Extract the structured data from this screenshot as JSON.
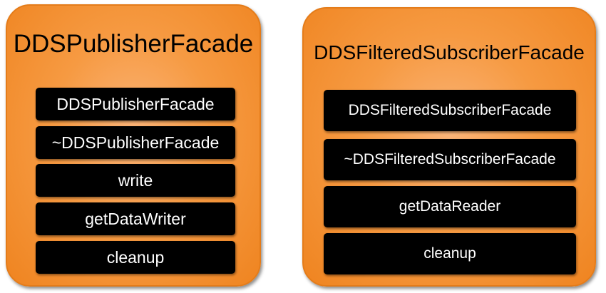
{
  "diagram": {
    "classes": [
      {
        "name": "DDSPublisherFacade",
        "methods": [
          "DDSPublisherFacade",
          "~DDSPublisherFacade",
          "write",
          "getDataWriter",
          "cleanup"
        ]
      },
      {
        "name": "DDSFilteredSubscriberFacade",
        "methods": [
          "DDSFilteredSubscriberFacade",
          "~DDSFilteredSubscriberFacade",
          "getDataReader",
          "cleanup"
        ]
      }
    ],
    "colors": {
      "box_fill": "#f69a42",
      "box_border": "#e47c1a",
      "method_fill": "#000000",
      "method_text": "#ffffff",
      "title_text": "#000000"
    }
  }
}
